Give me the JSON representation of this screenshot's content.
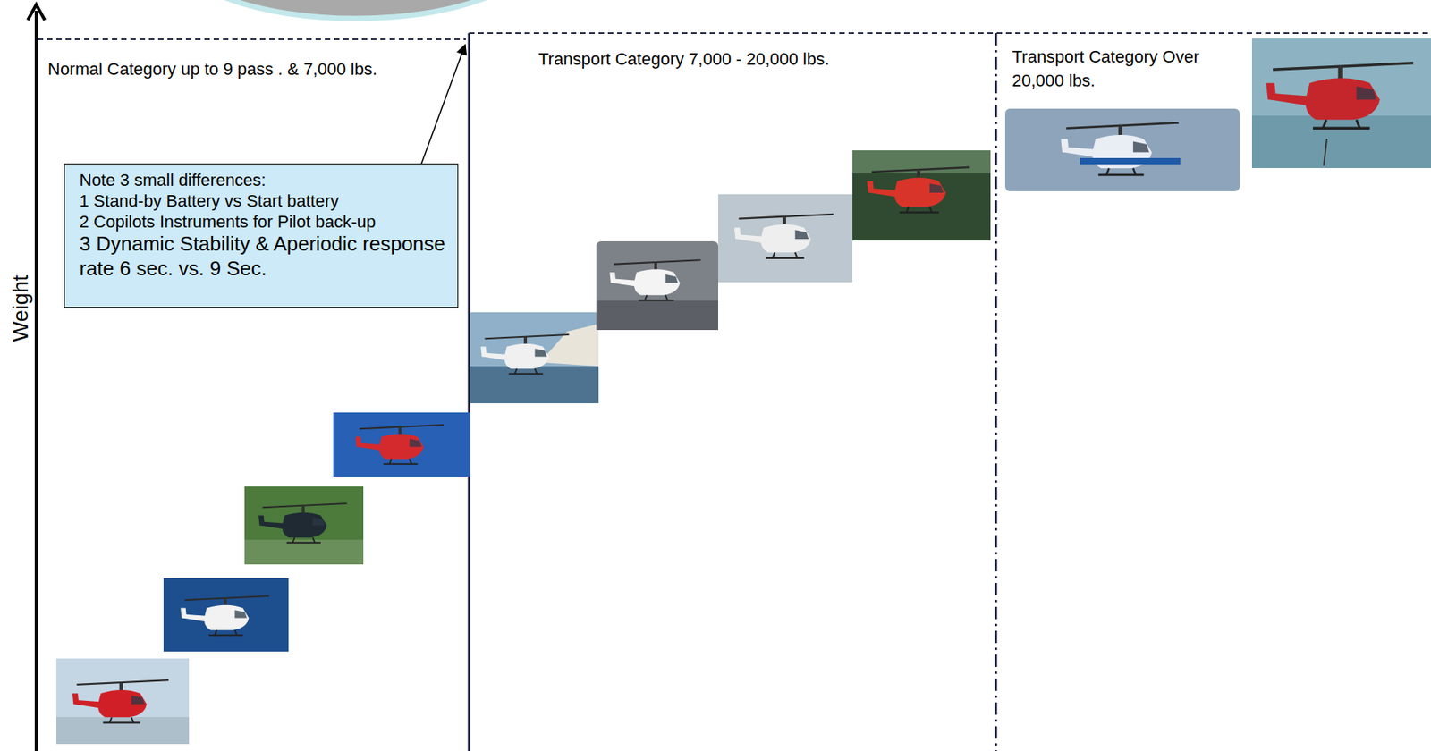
{
  "diagram": {
    "nodes": [
      {
        "text": [
          "Note 3 small differences:",
          "1 Stand-by Battery vs Start battery",
          "2 Copilots Instruments for Pilot back-up",
          "3 Dynamic Stability & Aperiodic response rate 6 sec. vs. 9 Sec."
        ]
      }
    ],
    "labels": [
      "Normal Category up to 9 pass . & 7,000 lbs.",
      "Transport Category 7,000 - 20,000 lbs.",
      "Transport Category Over 20,000 lbs.",
      "Weight"
    ]
  }
}
